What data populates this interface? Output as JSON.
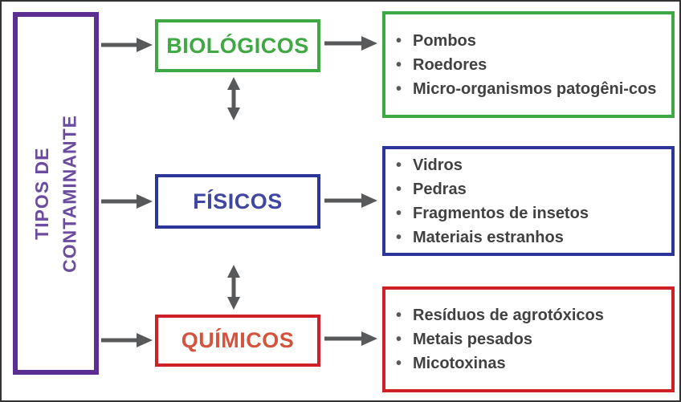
{
  "diagram": {
    "root": {
      "label": "TIPOS DE\nCONTAMINANTE"
    },
    "branches": [
      {
        "label": "BIOLÓGICOS",
        "items": [
          "Pombos",
          "Roedores",
          "Micro-organismos patogêni-cos"
        ]
      },
      {
        "label": "FÍSICOS",
        "items": [
          "Vidros",
          "Pedras",
          "Fragmentos de insetos",
          "Materiais estranhos"
        ]
      },
      {
        "label": "QUÍMICOS",
        "items": [
          "Resíduos de agrotóxicos",
          "Metais pesados",
          "Micotoxinas"
        ]
      }
    ]
  },
  "colors": {
    "purple_border": "#5C2E91",
    "purple_text": "#6B4C9F",
    "green": "#3EA843",
    "blue_border": "#2B3698",
    "blue_text": "#3E46A1",
    "red_border": "#CE2127",
    "red_text": "#D5523D",
    "arrow": "#58595B",
    "item_text": "#414042",
    "frame": "#333333"
  }
}
